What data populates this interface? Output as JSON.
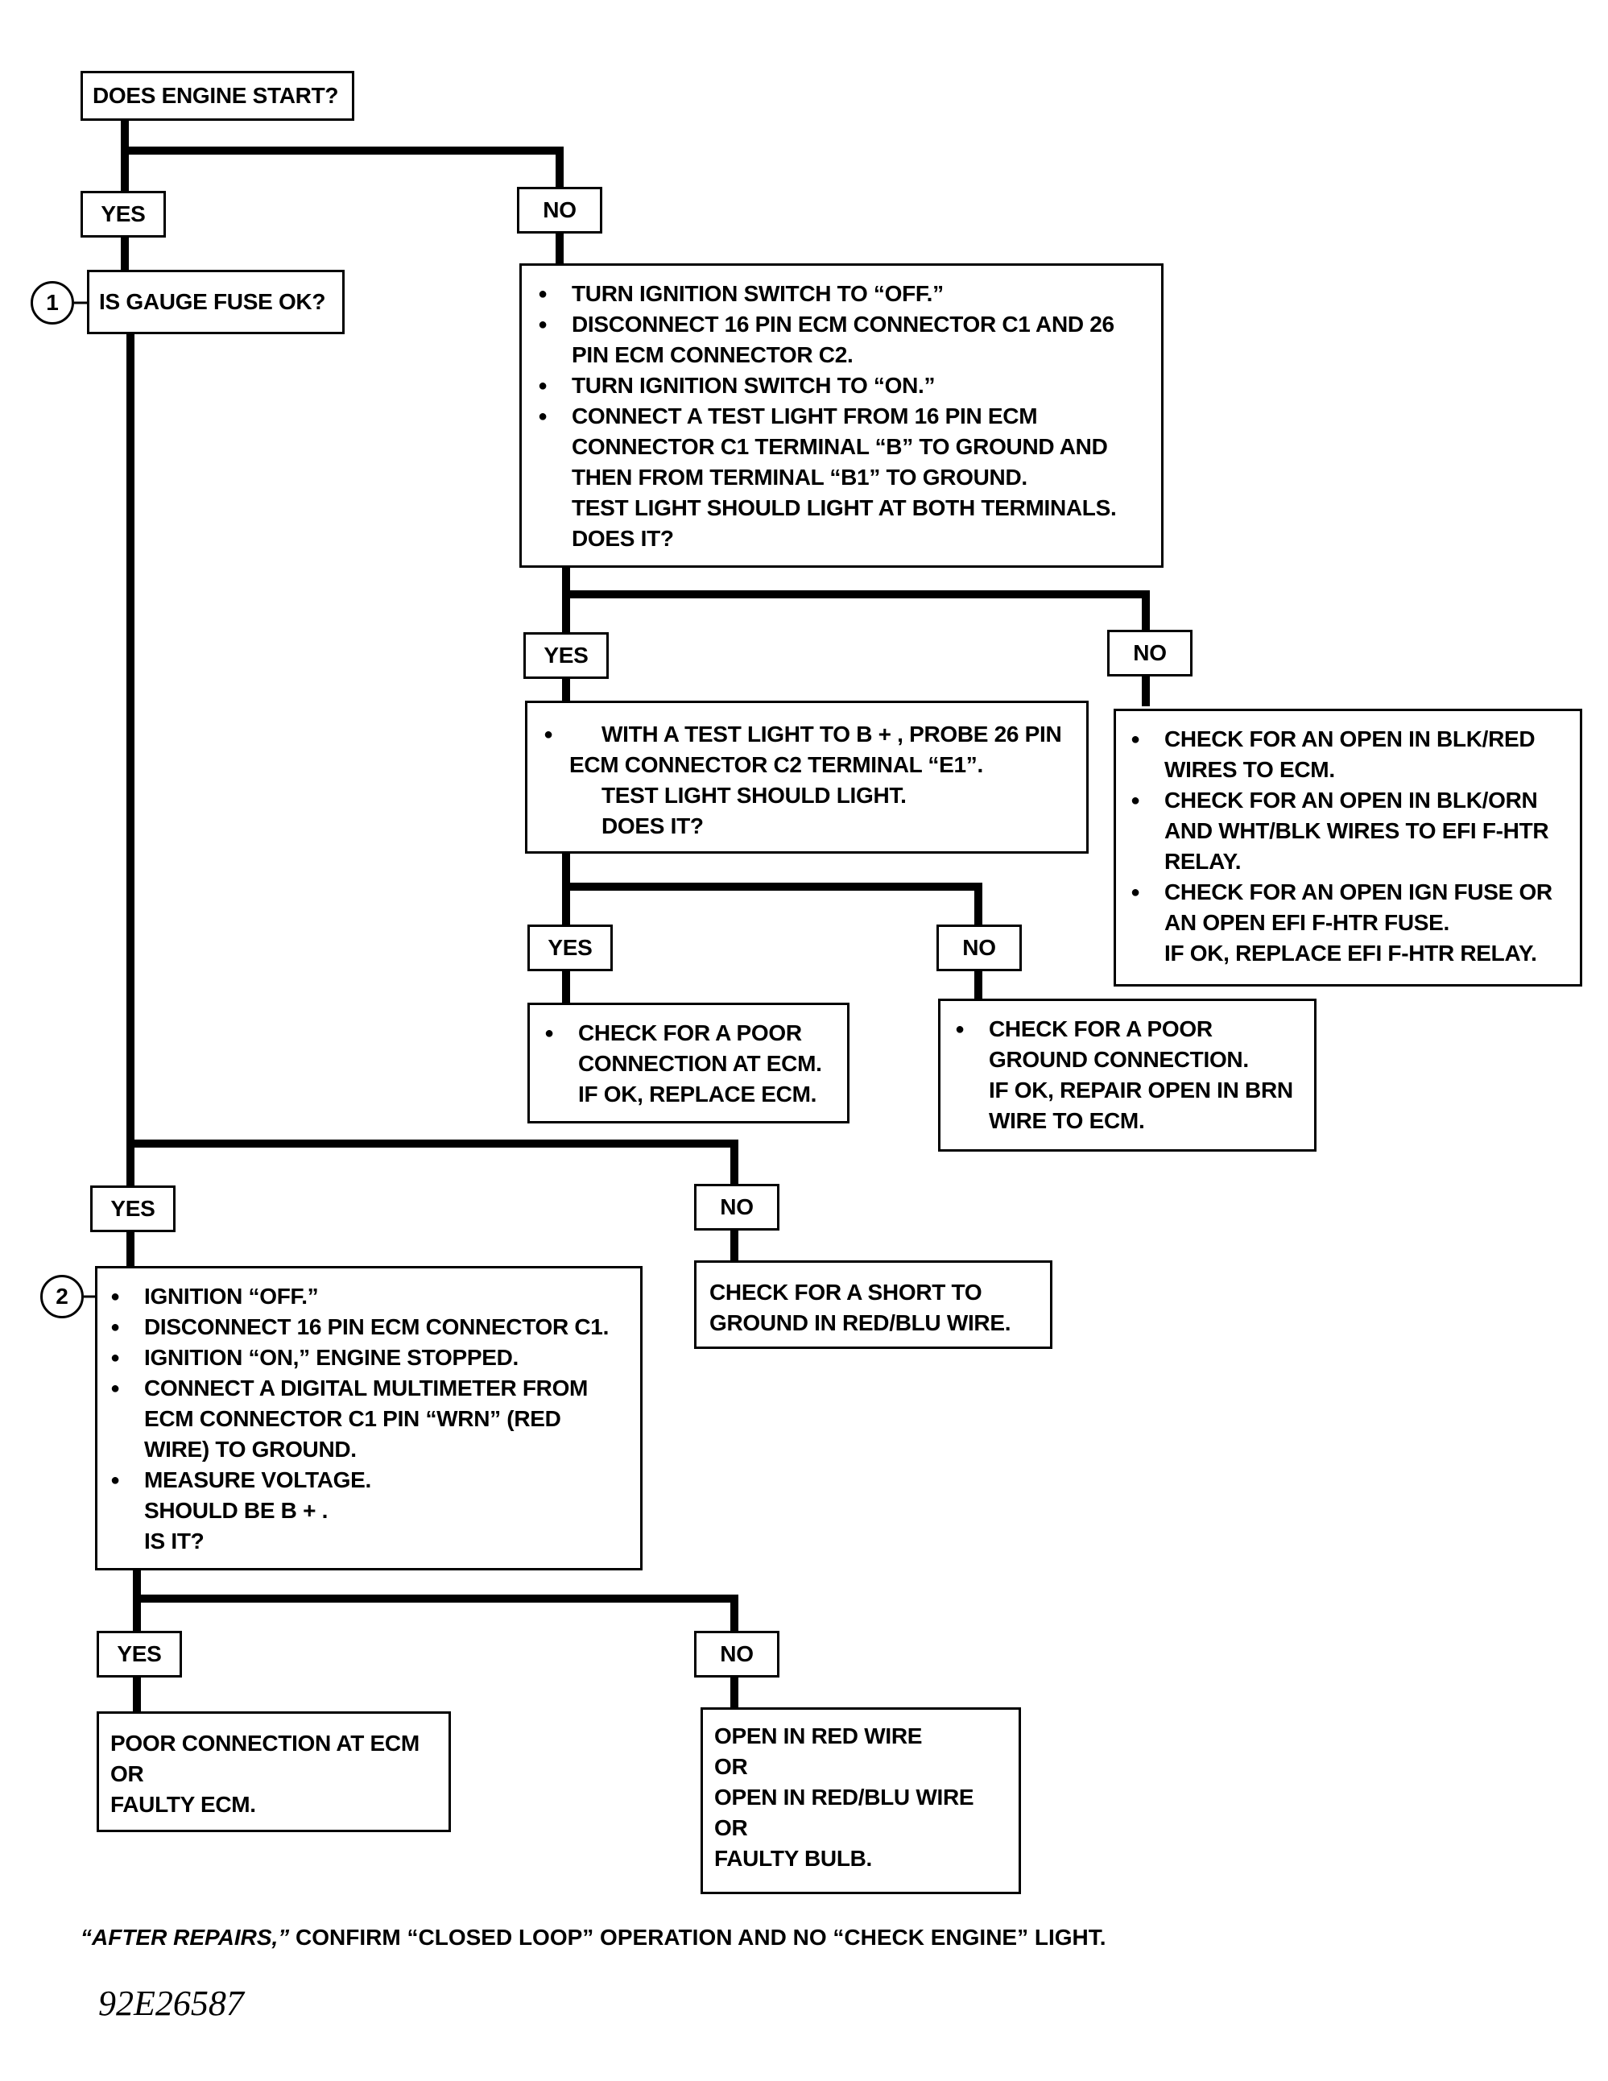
{
  "start": {
    "question": "DOES ENGINE START?"
  },
  "labels": {
    "yes": "YES",
    "no": "NO"
  },
  "step1": {
    "number": "1",
    "question": "IS GAUGE FUSE OK?"
  },
  "no_start": {
    "lines": [
      "TURN IGNITION SWITCH TO “OFF.”",
      "DISCONNECT 16 PIN ECM CONNECTOR C1 AND 26",
      "PIN ECM CONNECTOR C2.",
      "TURN IGNITION SWITCH TO “ON.”",
      "CONNECT A TEST LIGHT FROM 16 PIN ECM",
      "CONNECTOR C1 TERMINAL “B” TO GROUND AND",
      "THEN FROM TERMINAL “B1” TO GROUND.",
      "TEST LIGHT SHOULD LIGHT AT BOTH TERMINALS.",
      "DOES IT?"
    ]
  },
  "probe": {
    "lines": [
      "WITH A TEST LIGHT TO B + , PROBE 26 PIN",
      "ECM CONNECTOR C2 TERMINAL “E1”.",
      "TEST LIGHT SHOULD LIGHT.",
      "DOES IT?"
    ]
  },
  "open_check": {
    "lines": [
      "CHECK FOR AN OPEN IN BLK/RED",
      "WIRES TO ECM.",
      "CHECK FOR AN OPEN IN BLK/ORN",
      "AND WHT/BLK WIRES TO EFI F-HTR",
      "RELAY.",
      "CHECK FOR AN OPEN IGN FUSE OR",
      "AN OPEN EFI F-HTR FUSE.",
      "IF OK, REPLACE EFI F-HTR RELAY."
    ]
  },
  "poor_conn": {
    "lines": [
      "CHECK FOR A POOR",
      "CONNECTION AT ECM.",
      "IF OK, REPLACE ECM."
    ]
  },
  "poor_ground": {
    "lines": [
      "CHECK FOR A POOR",
      "GROUND CONNECTION.",
      "IF OK, REPAIR OPEN IN BRN",
      "WIRE TO ECM."
    ]
  },
  "short_check": {
    "lines": [
      "CHECK FOR A SHORT TO",
      "GROUND IN RED/BLU WIRE."
    ]
  },
  "step2": {
    "number": "2",
    "lines": [
      "IGNITION “OFF.”",
      "DISCONNECT 16 PIN ECM CONNECTOR C1.",
      "IGNITION “ON,” ENGINE STOPPED.",
      "CONNECT A DIGITAL MULTIMETER FROM",
      "ECM CONNECTOR C1 PIN “WRN” (RED",
      "WIRE) TO GROUND.",
      "MEASURE VOLTAGE.",
      "SHOULD BE B + .",
      "IS IT?"
    ]
  },
  "result_yes": {
    "lines": [
      "POOR CONNECTION AT ECM",
      "OR",
      "FAULTY ECM."
    ]
  },
  "result_no": {
    "lines": [
      "OPEN IN RED WIRE",
      "OR",
      "OPEN IN  RED/BLU WIRE",
      "OR",
      "FAULTY BULB."
    ]
  },
  "footer": {
    "lead": "“AFTER REPAIRS,”",
    "rest": " CONFIRM “CLOSED LOOP” OPERATION AND NO “CHECK ENGINE” LIGHT."
  },
  "figure_id": "92E26587"
}
